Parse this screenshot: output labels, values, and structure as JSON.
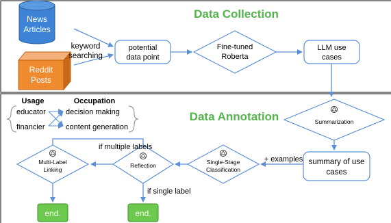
{
  "sections": {
    "collection_title": "Data Collection",
    "annotation_title": "Data Annotation"
  },
  "sources": {
    "news": [
      "News",
      "Articles"
    ],
    "reddit": [
      "Reddit",
      "Posts"
    ]
  },
  "edge_labels": {
    "keyword": [
      "keyword",
      "searching"
    ],
    "examples": "+ examples",
    "multiple": "if multiple labels",
    "single": "if single label"
  },
  "nodes": {
    "potential": [
      "potential",
      "data point"
    ],
    "roberta": [
      "Fine-tuned",
      "Roberta"
    ],
    "llm_use": [
      "LLM use",
      "cases"
    ],
    "summarization": "Summarization",
    "summary": [
      "summary of use",
      "cases"
    ],
    "single_stage": [
      "Single-Stage",
      "Classification"
    ],
    "reflection": "Reflection",
    "multi_label": [
      "Multi-Label",
      "Linking"
    ],
    "end": "end."
  },
  "legend": {
    "usage_header": "Usage",
    "occupation_header": "Occupation",
    "usage_items": [
      "educator",
      "financier"
    ],
    "occupation_items": [
      "decision making",
      "content generation"
    ]
  },
  "colors": {
    "accent_green": "#52b44b",
    "flow_blue": "#5b8fd6",
    "news_blue": "#3d83d6",
    "reddit_orange": "#f08a2e",
    "end_green": "#6cc94e"
  },
  "icons": {
    "llm": "openai-logo-icon"
  }
}
